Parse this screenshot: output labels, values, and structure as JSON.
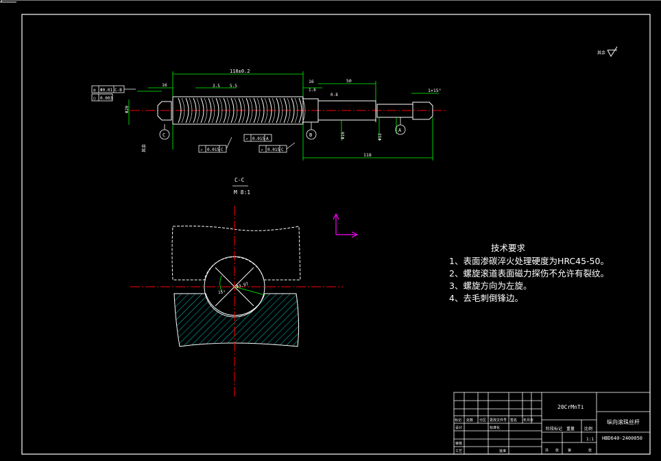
{
  "colors": {
    "background": "#000000",
    "frame": "#ffffff",
    "dimension": "#00ff00",
    "centerline": "#ff0000",
    "hatch": "#00ffff",
    "ucs": "#ff00ff",
    "text": "#ffffff",
    "table_text": "#ffff00"
  },
  "top_view": {
    "dims": {
      "total_thread": "118±0.2",
      "left_step": "16",
      "right_step": "16",
      "pitch_a": "3.5",
      "pitch_b": "5.5",
      "seg_right": "50",
      "overall_right": "118",
      "chamfer": "1×15°",
      "roughness_a": "1.6",
      "roughness_b": "0.8",
      "diam_left": "Φ20",
      "diam_mid": "Φ16",
      "diam_end": "Φ12"
    },
    "tolerance_frames": [
      {
        "sym": "◎",
        "val": "Φ0.01",
        "ref": "C-B"
      },
      {
        "sym": "○",
        "val": "0.003",
        "ref": ""
      },
      {
        "sym": "↗",
        "val": "0.015",
        "ref": "C"
      },
      {
        "sym": "↗",
        "val": "0.015",
        "ref": "C"
      },
      {
        "sym": "↗",
        "val": "0.015",
        "ref": "A"
      }
    ],
    "datums": [
      "C",
      "B",
      "A"
    ],
    "surface_mark": "其余"
  },
  "section": {
    "title": "C-C",
    "scale": "M 8:1",
    "angle": "15°",
    "dim": "Φ3.97"
  },
  "requirements": {
    "title": "技术要求",
    "items": [
      "1、表面渗碳淬火处理硬度为HRC45-50。",
      "2、螺旋滚道表面磁力探伤不允许有裂纹。",
      "3、螺旋方向为左旋。",
      "4、去毛刺倒锋边。"
    ]
  },
  "title_block": {
    "material": "20CrMnTi",
    "part_name": "纵向滚珠丝杆",
    "drawing_no": "HBD640-2400050",
    "scale_label": "比例",
    "scale": "1:1",
    "header_cells": [
      "标记",
      "处数",
      "分区",
      "更改文件号",
      "签名",
      "年月日"
    ],
    "row_labels": [
      "设计",
      "审核",
      "工艺"
    ],
    "std_label": "标准化",
    "approve_label": "批准",
    "stage_label": "阶段标记",
    "weight_label": "重量",
    "sheet_info": [
      "共",
      "张",
      "第",
      "张"
    ]
  }
}
